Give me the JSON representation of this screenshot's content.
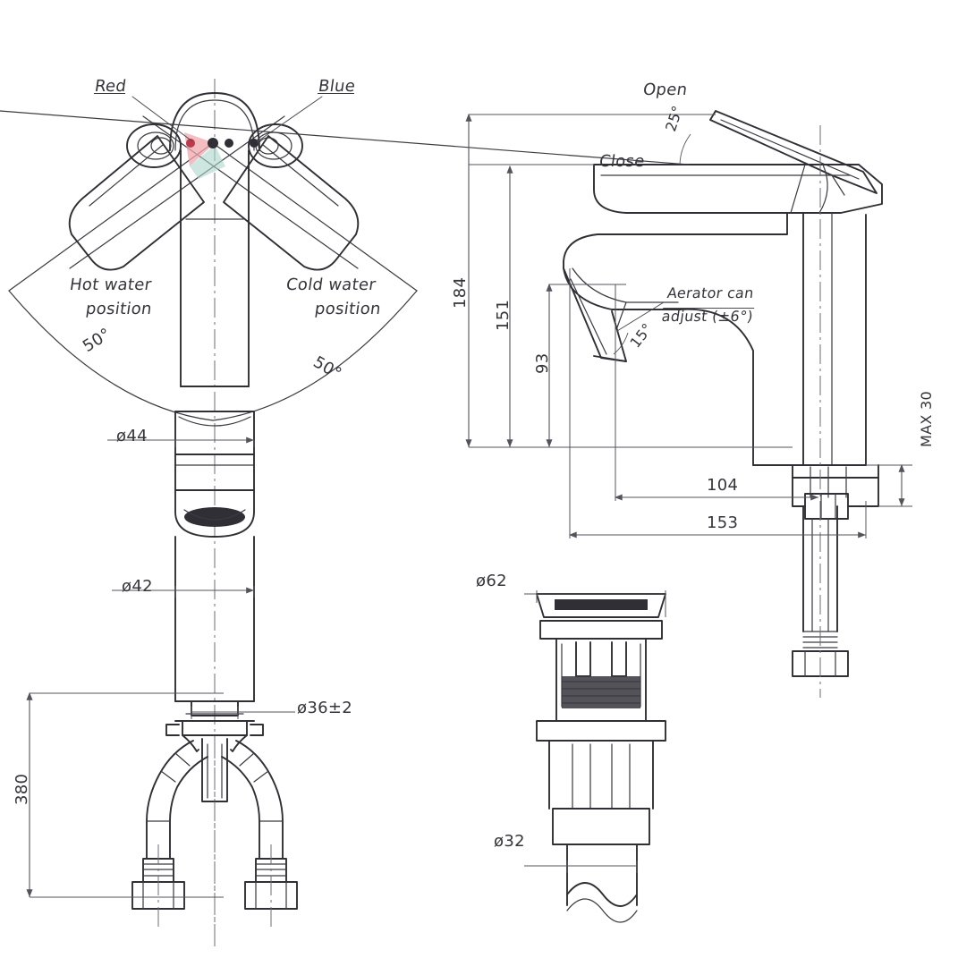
{
  "drawing": {
    "title": "Basin mixer faucet technical drawing",
    "background": "#ffffff",
    "line_color": "#2f2f35",
    "accent_red": "#e04a55",
    "accent_teal": "#9ecfc4"
  },
  "top_view": {
    "name": "handle rotation top view",
    "labels": {
      "red": "Red",
      "blue": "Blue",
      "hot_line1": "Hot water",
      "hot_line2": "position",
      "cold_line1": "Cold water",
      "cold_line2": "position",
      "angle_left": "50°",
      "angle_right": "50°"
    }
  },
  "front_view": {
    "name": "front elevation",
    "dimensions": {
      "d44": "ø44",
      "d42": "ø42",
      "d36": "ø36±2",
      "height_380": "380"
    }
  },
  "side_view": {
    "name": "side elevation",
    "labels": {
      "open": "Open",
      "close": "Close",
      "lever_angle": "25°",
      "aerator_line1": "Aerator can",
      "aerator_line2": "adjust (±6°)",
      "spout_angle": "15°"
    },
    "dimensions": {
      "height_184": "184",
      "height_151": "151",
      "height_93": "93",
      "reach_104": "104",
      "reach_153": "153",
      "max_thickness": "MAX 30"
    }
  },
  "drain_view": {
    "name": "pop-up drain assembly",
    "dimensions": {
      "flange_d62": "ø62",
      "tail_d32": "ø32"
    }
  }
}
